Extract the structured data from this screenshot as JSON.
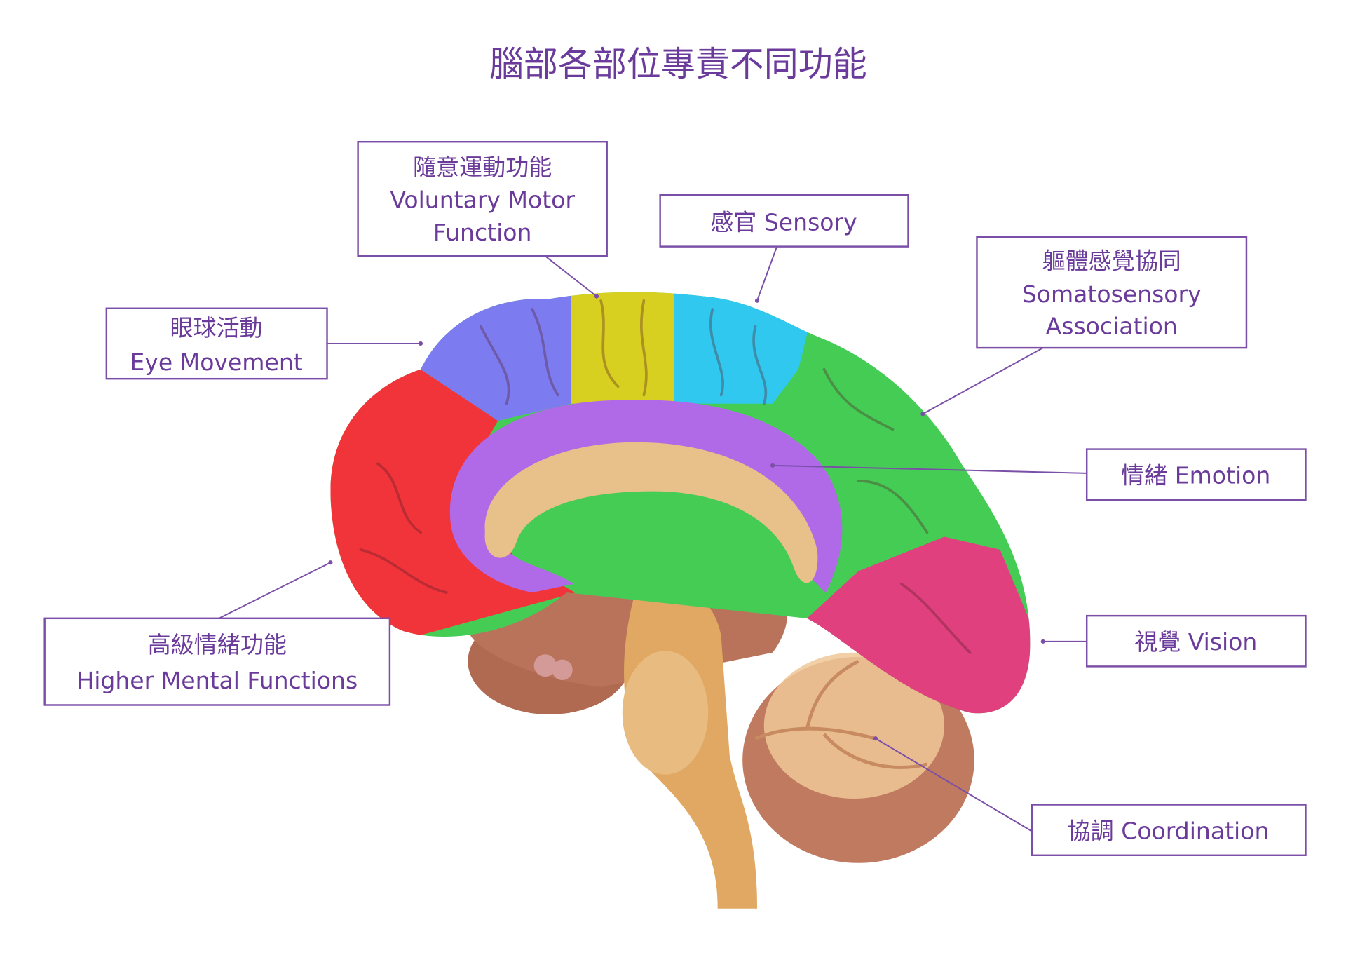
{
  "title": "腦部各部位專責不同功能",
  "labels": {
    "voluntary_motor": {
      "zh": "隨意運動功能",
      "en1": "Voluntary Motor",
      "en2": "Function"
    },
    "sensory": {
      "text": "感官 Sensory"
    },
    "somatosensory": {
      "zh": "軀體感覺協同",
      "en1": "Somatosensory",
      "en2": "Association"
    },
    "eye_movement": {
      "zh": "眼球活動",
      "en": "Eye Movement"
    },
    "emotion": {
      "text": "情緒 Emotion"
    },
    "higher_mental": {
      "zh": "高級情緒功能",
      "en": "Higher Mental Functions"
    },
    "vision": {
      "text": "視覺 Vision"
    },
    "coordination": {
      "text": "協調 Coordination"
    }
  },
  "colors": {
    "accent": "#6a3b9a",
    "frontal": "#f0343a",
    "eye_field": "#7c7cf0",
    "motor": "#d8d020",
    "sensory": "#30c8ee",
    "association": "#44cc55",
    "limbic": "#b06ae8",
    "occipital": "#e0407e"
  }
}
